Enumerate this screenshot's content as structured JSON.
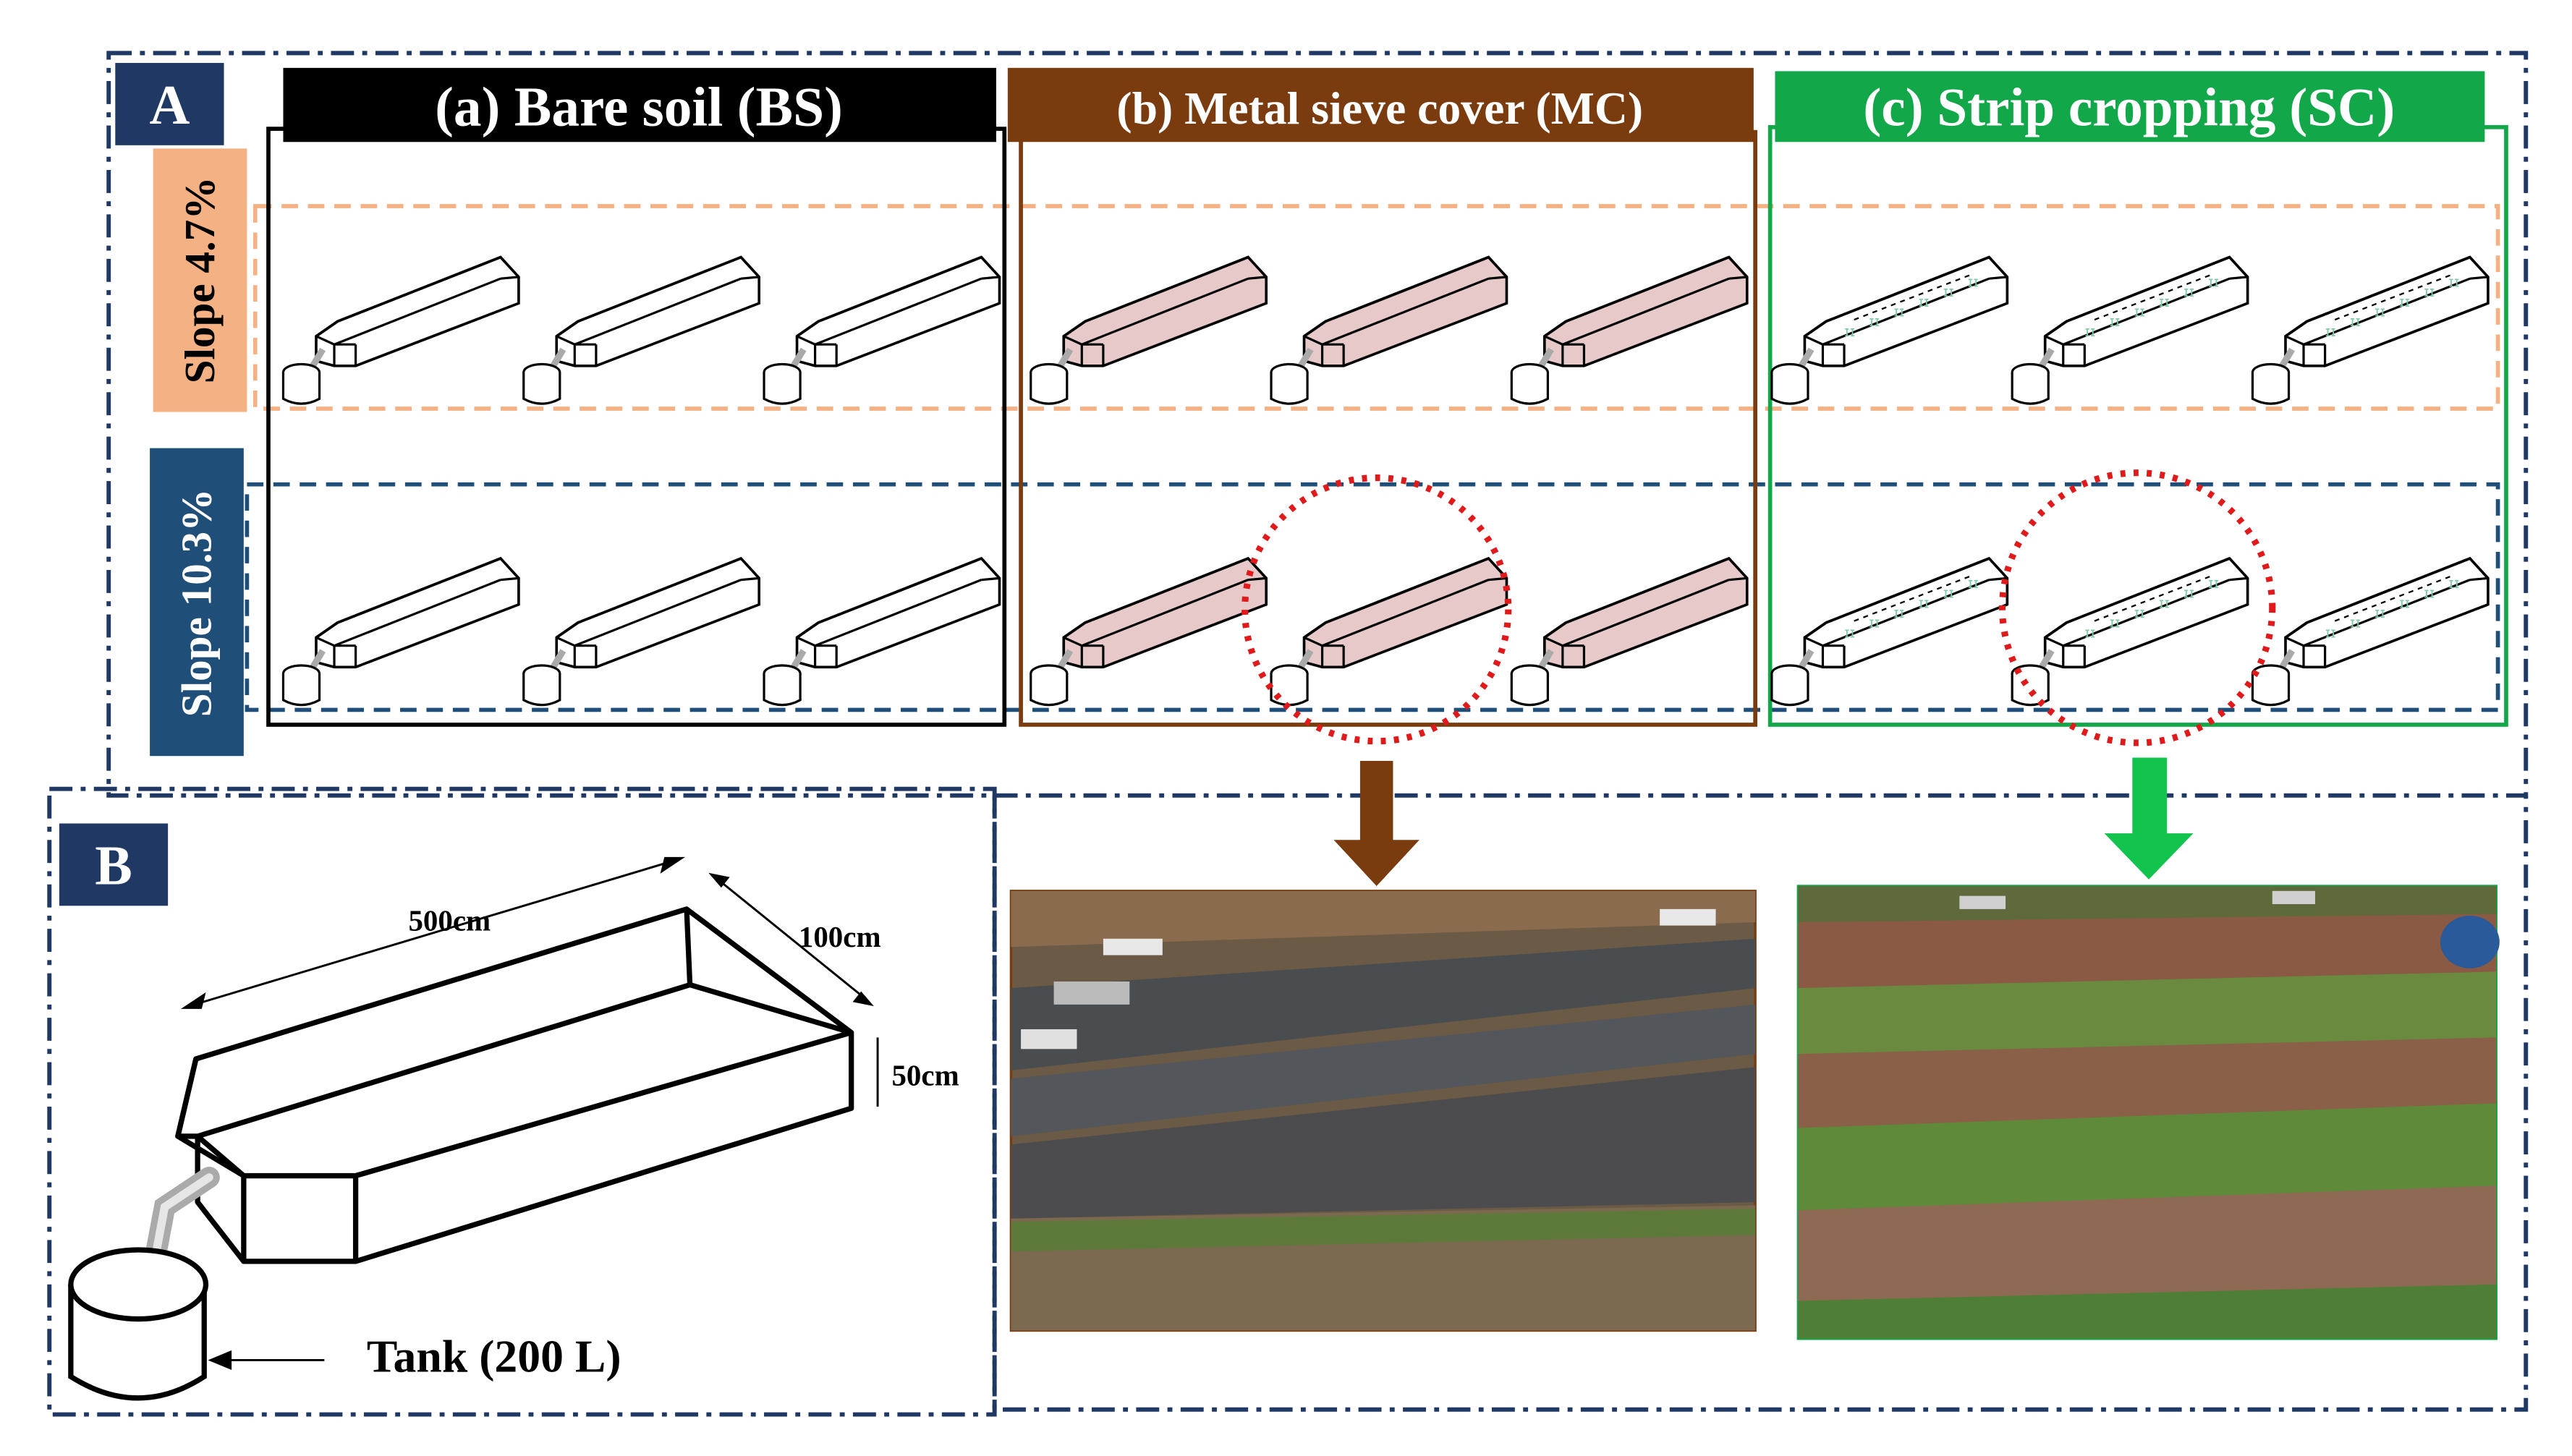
{
  "panel_a": {
    "label": "A",
    "treatments": [
      {
        "title": "(a) Bare soil (BS)",
        "color": "#000000",
        "cover": "none"
      },
      {
        "title": "(b) Metal sieve cover (MC)",
        "color": "#7a3b0f",
        "cover": "sieve"
      },
      {
        "title": "(c) Strip cropping (SC)",
        "color": "#12a84a",
        "cover": "crop"
      }
    ],
    "slopes": [
      {
        "label": "Slope  4.7%",
        "color": "#f4b183",
        "text_color": "#000000",
        "band_color": "#f4b183"
      },
      {
        "label": "Slope  10.3%",
        "color": "#1f4e79",
        "text_color": "#ffffff",
        "band_color": "#1f4e79"
      }
    ],
    "highlight_color": "#e0191b",
    "sieve_fill": "#e8c9c9",
    "crop_color": "#7fc9a6"
  },
  "panel_b": {
    "label": "B",
    "length_label": "500cm",
    "width_label": "100cm",
    "height_label": "50cm",
    "tank_label": "Tank (200 L)"
  },
  "frame_color": "#1f3864",
  "label_box_color": "#1f3864"
}
